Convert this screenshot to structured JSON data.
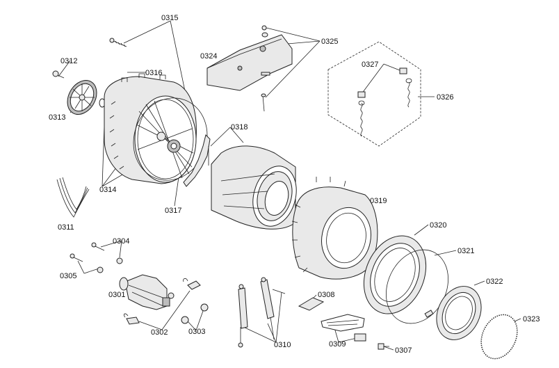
{
  "labels": [
    "0315",
    "0312",
    "0316",
    "0313",
    "0314",
    "0317",
    "0311",
    "0318",
    "0324",
    "0325",
    "0327",
    "0326",
    "0319",
    "0320",
    "0321",
    "0322",
    "0323",
    "0304",
    "0305",
    "0301",
    "0302",
    "0303",
    "0310",
    "0308",
    "0309",
    "0307"
  ]
}
